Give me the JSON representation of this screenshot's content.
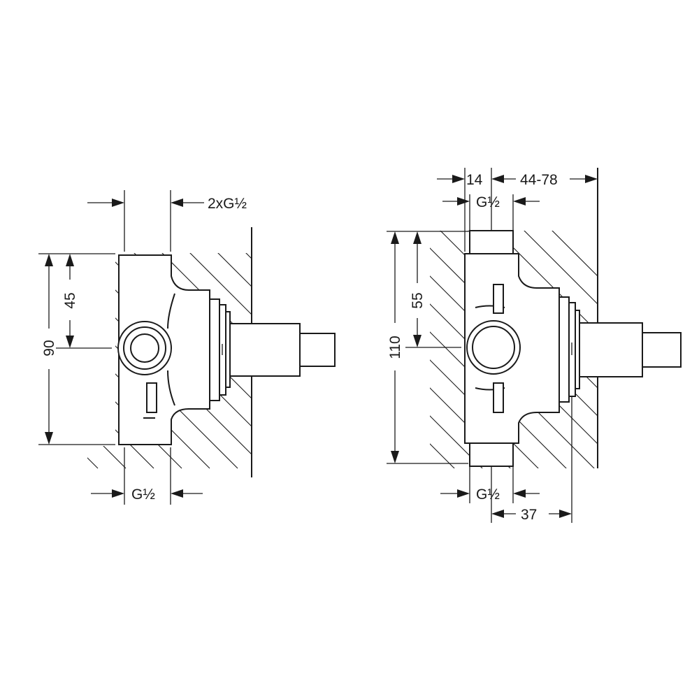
{
  "left_view": {
    "top_thread_label": "2xG½",
    "bottom_thread_label": "G½",
    "overall_height_label": "90",
    "half_height_label": "45"
  },
  "right_view": {
    "width_label": "14",
    "depth_range_label": "44-78",
    "top_thread_label": "G½",
    "bottom_thread_label": "G½",
    "overall_height_label": "110",
    "half_height_label": "55",
    "offset_label": "37"
  }
}
